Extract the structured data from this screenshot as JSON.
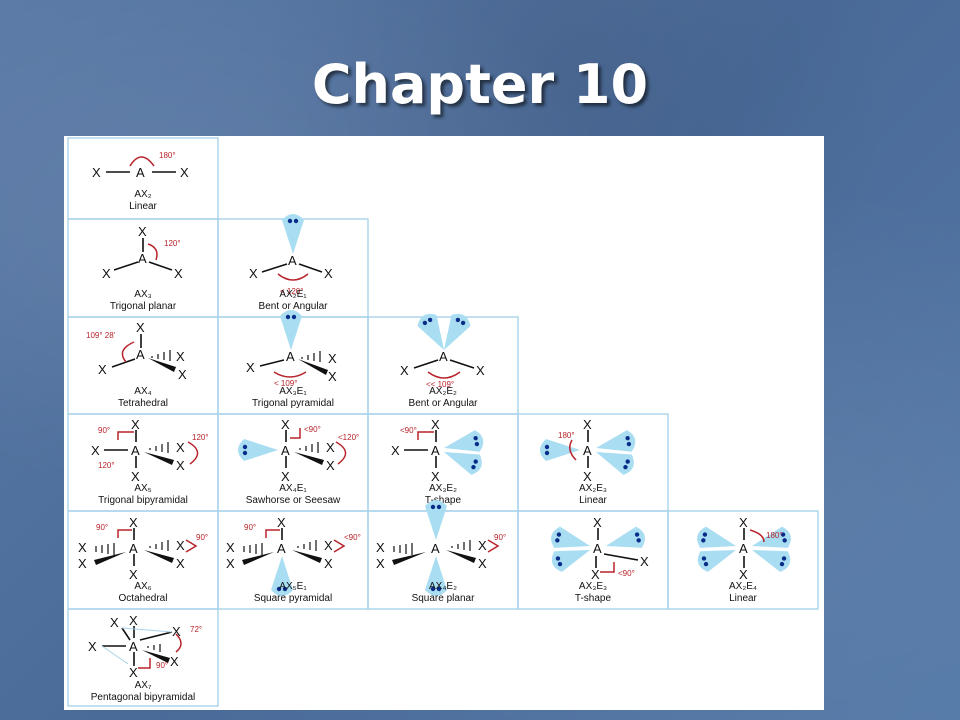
{
  "slide": {
    "title": "Chapter 10"
  },
  "cells": [
    {
      "id": "ax2",
      "formula": "AX₂",
      "shape": "Linear",
      "angles": [
        "180°"
      ]
    },
    {
      "id": "ax3",
      "formula": "AX₃",
      "shape": "Trigonal planar",
      "angles": [
        "120°"
      ]
    },
    {
      "id": "ax2e1",
      "formula": "AX₂E₁",
      "shape": "Bent or Angular",
      "angles": [
        "< 120°"
      ]
    },
    {
      "id": "ax4",
      "formula": "AX₄",
      "shape": "Tetrahedral",
      "angles": [
        "109° 28'"
      ]
    },
    {
      "id": "ax3e1",
      "formula": "AX₃E₁",
      "shape": "Trigonal pyramidal",
      "angles": [
        "< 109°"
      ]
    },
    {
      "id": "ax2e2",
      "formula": "AX₂E₂",
      "shape": "Bent or Angular",
      "angles": [
        "<< 109°"
      ]
    },
    {
      "id": "ax5",
      "formula": "AX₅",
      "shape": "Trigonal bipyramidal",
      "angles": [
        "90°",
        "120°",
        "120°"
      ]
    },
    {
      "id": "ax4e1",
      "formula": "AX₄E₁",
      "shape": "Sawhorse or Seesaw",
      "angles": [
        "<90°",
        "<120°"
      ]
    },
    {
      "id": "ax3e2",
      "formula": "AX₃E₂",
      "shape": "T-shape",
      "angles": [
        "<90°"
      ]
    },
    {
      "id": "ax2e3",
      "formula": "AX₂E₃",
      "shape": "Linear",
      "angles": [
        "180°"
      ]
    },
    {
      "id": "ax6",
      "formula": "AX₆",
      "shape": "Octahedral",
      "angles": [
        "90°",
        "90°"
      ]
    },
    {
      "id": "ax5e1",
      "formula": "AX₅E₁",
      "shape": "Square pyramidal",
      "angles": [
        "90°",
        "<90°"
      ]
    },
    {
      "id": "ax4e2",
      "formula": "AX₄E₂",
      "shape": "Square planar",
      "angles": [
        "90°"
      ]
    },
    {
      "id": "ax3e3",
      "formula": "AX₃E₃",
      "shape": "T-shape",
      "angles": [
        "<90°"
      ]
    },
    {
      "id": "ax2e4",
      "formula": "AX₂E₄",
      "shape": "Linear",
      "angles": [
        "180°"
      ]
    },
    {
      "id": "ax7",
      "formula": "AX₇",
      "shape": "Pentagonal bipyramidal",
      "angles": [
        "72°",
        "90°"
      ]
    }
  ],
  "atoms": {
    "central": "A",
    "ligand": "X"
  }
}
